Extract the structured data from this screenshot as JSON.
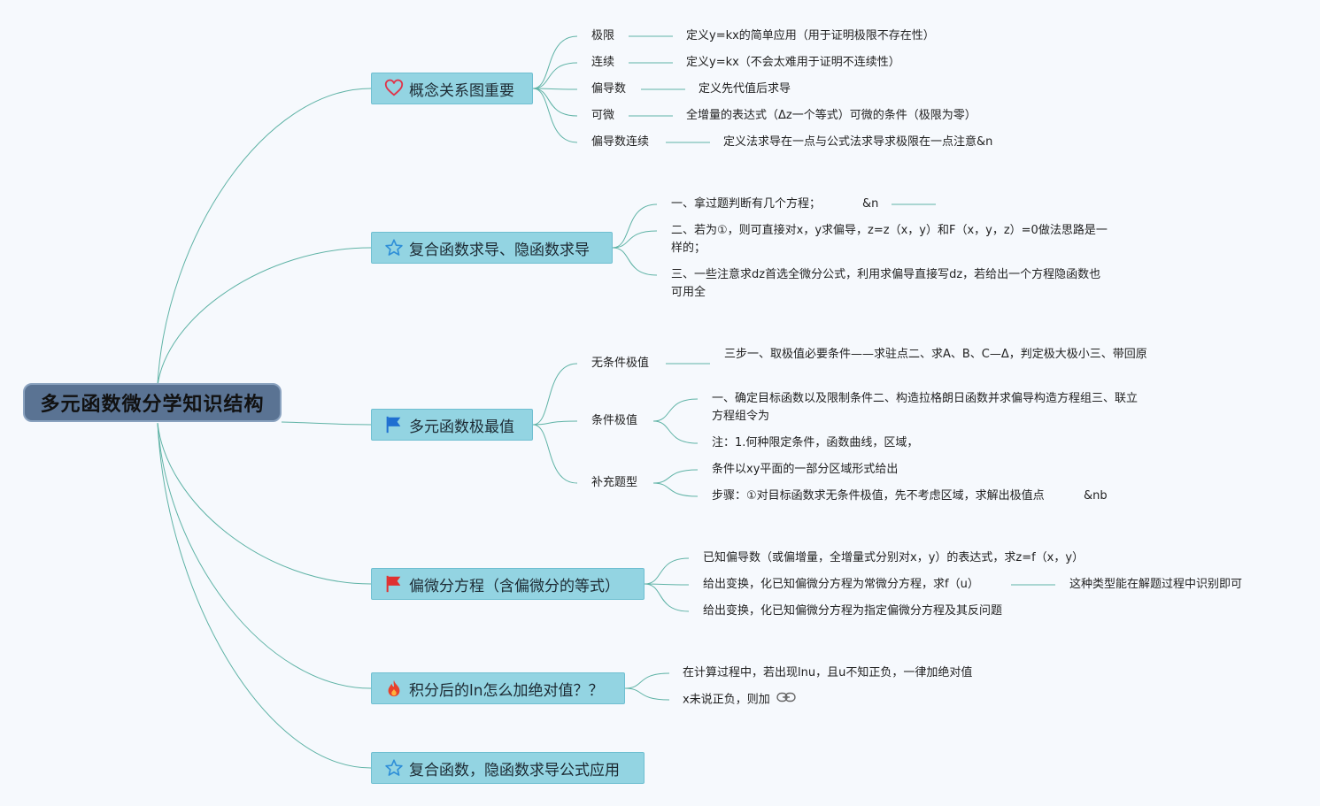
{
  "root": {
    "label": "多元函数微分学知识结构"
  },
  "branches": [
    {
      "label": "概念关系图重要",
      "icon": "heart-icon",
      "children": [
        {
          "label": "极限",
          "note": "定义y=kx的简单应用（用于证明极限不存在性）"
        },
        {
          "label": "连续",
          "note": "定义y=kx（不会太难用于证明不连续性）"
        },
        {
          "label": "偏导数",
          "note": "定义先代值后求导"
        },
        {
          "label": "可微",
          "note": "全增量的表达式（Δz一个等式）可微的条件（极限为零）"
        },
        {
          "label": "偏导数连续",
          "note": "定义法求导在一点与公式法求导求极限在一点注意&n"
        }
      ]
    },
    {
      "label": "复合函数求导、隐函数求导",
      "icon": "star-icon",
      "children": [
        {
          "label": "一、拿过题判断有几个方程；",
          "note": "&n"
        },
        {
          "label": "二、若为①，则可直接对x，y求偏导，z=z（x，y）和F（x，y，z）=0做法思路是一样的；"
        },
        {
          "label": "三、一些注意求dz首选全微分公式，利用求偏导直接写dz，若给出一个方程隐函数也可用全"
        }
      ]
    },
    {
      "label": "多元函数极最值",
      "icon": "flag-blue-icon",
      "children": [
        {
          "label": "无条件极值",
          "children": [
            {
              "label": "三步一、取极值必要条件——求驻点二、求A、B、C—Δ，判定极大极小三、带回原"
            }
          ]
        },
        {
          "label": "条件极值",
          "children": [
            {
              "label": "一、确定目标函数以及限制条件二、构造拉格朗日函数并求偏导构造方程组三、联立方程组令为"
            },
            {
              "label": "注：1.何种限定条件，函数曲线，区域，"
            }
          ]
        },
        {
          "label": "补充题型",
          "children": [
            {
              "label": "条件以xy平面的一部分区域形式给出"
            },
            {
              "label": "步骤：①对目标函数求无条件极值，先不考虑区域，求解出极值点",
              "note": "&nb"
            }
          ]
        }
      ]
    },
    {
      "label": "偏微分方程（含偏微分的等式）",
      "icon": "flag-red-icon",
      "children": [
        {
          "label": "已知偏导数（或偏增量，全增量式分别对x，y）的表达式，求z=f（x，y）"
        },
        {
          "label": "给出变换，化已知偏微分方程为常微分方程，求f（u）",
          "note": "这种类型能在解题过程中识别即可"
        },
        {
          "label": "给出变换，化已知偏微分方程为指定偏微分方程及其反问题"
        }
      ]
    },
    {
      "label": "积分后的ln怎么加绝对值？？",
      "icon": "fire-icon",
      "children": [
        {
          "label": "在计算过程中，若出现lnu，且u不知正负，一律加绝对值"
        },
        {
          "label": "x未说正负，则加",
          "icon": "link-icon"
        }
      ]
    },
    {
      "label": "复合函数，隐函数求导公式应用",
      "icon": "star-icon",
      "children": []
    }
  ]
}
